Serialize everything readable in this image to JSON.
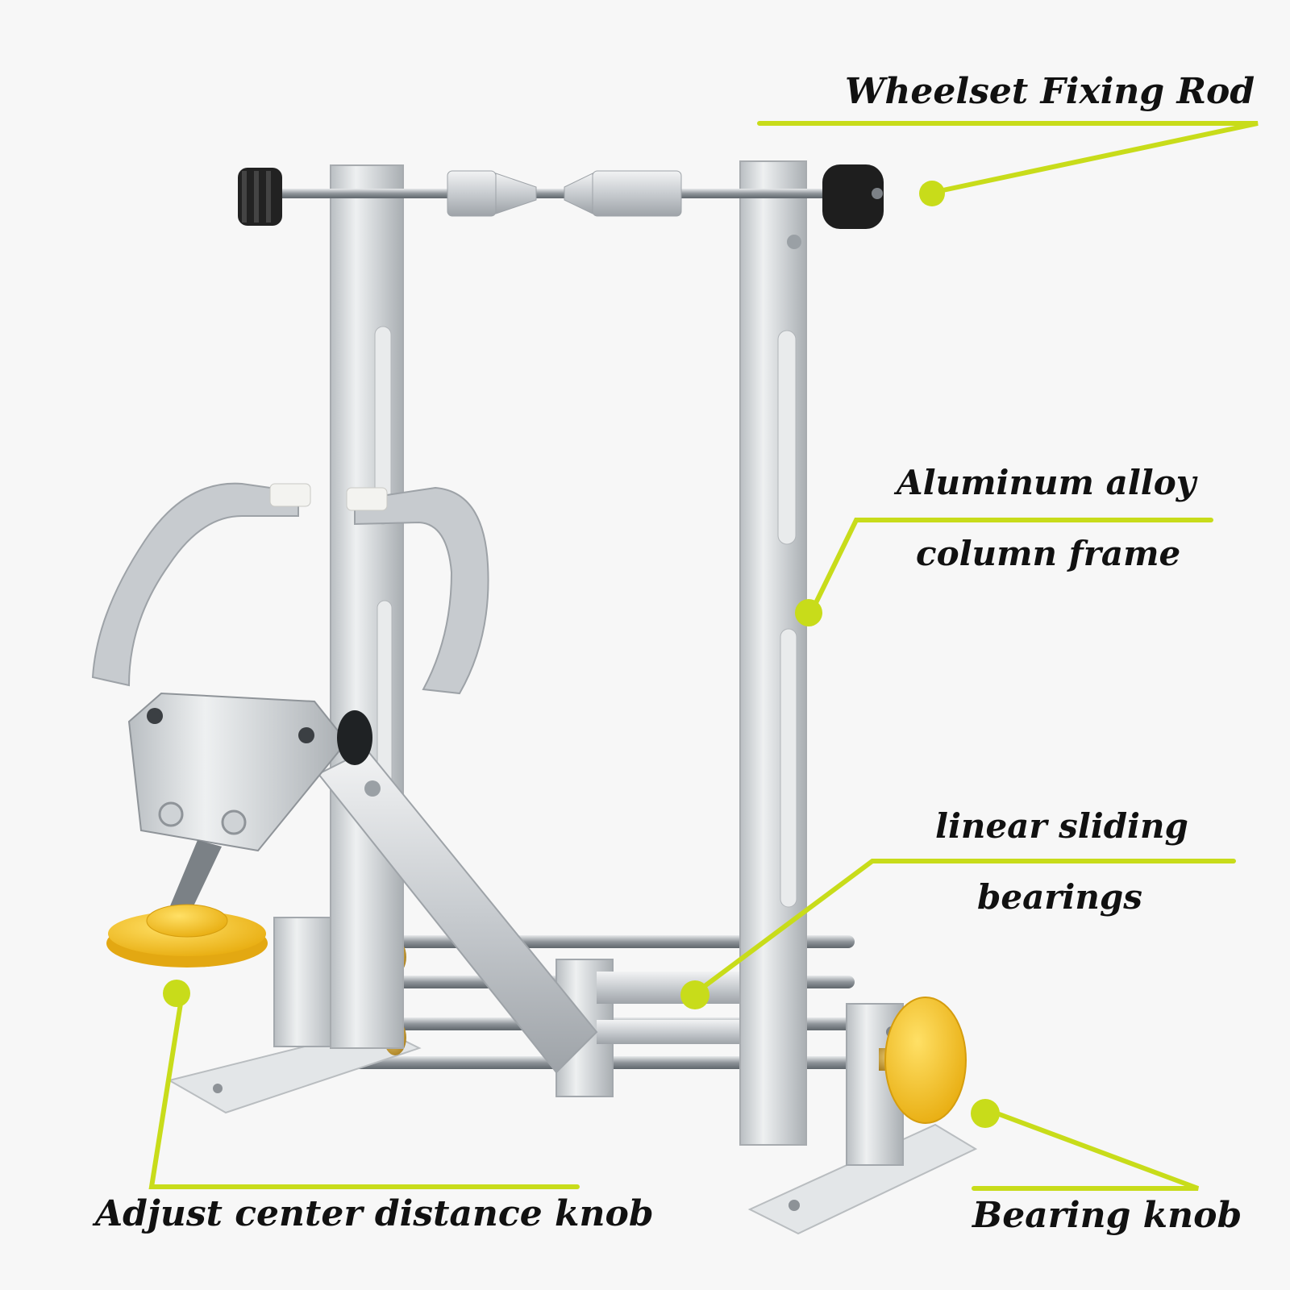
{
  "labels": {
    "wheelset_rod": "Wheelset Fixing Rod",
    "frame_line1": "Aluminum alloy",
    "frame_line2": "column frame",
    "bearings_line1": "linear sliding",
    "bearings_line2": "bearings",
    "center_knob": "Adjust center distance knob",
    "bearing_knob": "Bearing knob"
  },
  "colors": {
    "callout": "#c8dc1a",
    "knob_yellow": "#f4c21d",
    "metal": "#cfd3d6",
    "brass": "#c9a13a"
  }
}
